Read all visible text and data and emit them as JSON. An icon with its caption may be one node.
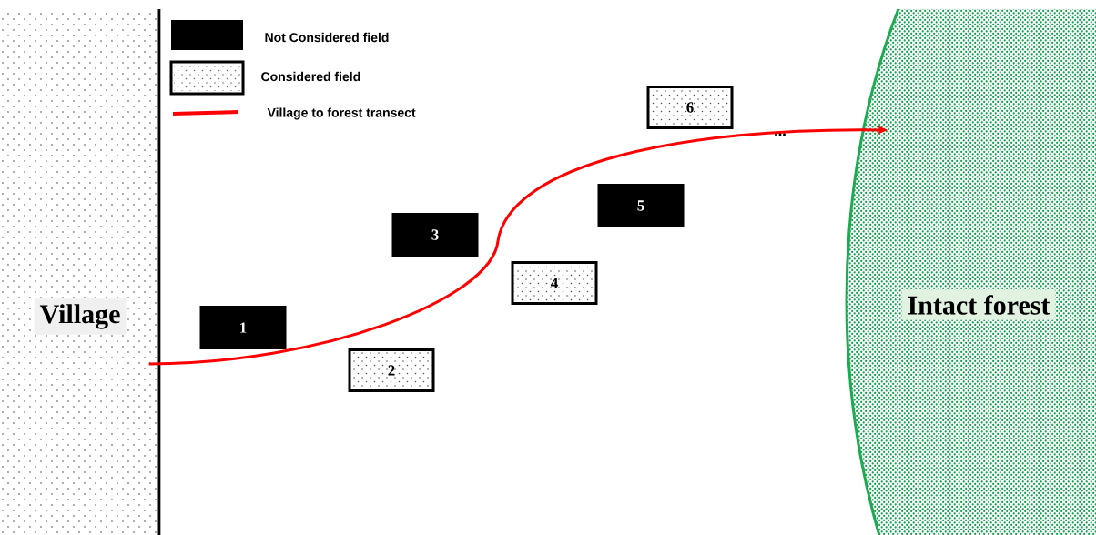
{
  "diagram": {
    "nodes": [
      {
        "text": [
          "Village"
        ]
      },
      {
        "text": [
          "Intact forest"
        ]
      },
      {
        "text": [
          "1"
        ]
      },
      {
        "text": [
          "2"
        ]
      },
      {
        "text": [
          "3"
        ]
      },
      {
        "text": [
          "4"
        ]
      },
      {
        "text": [
          "5"
        ]
      },
      {
        "text": [
          "6"
        ]
      }
    ],
    "edges": [
      {
        "from": 0,
        "to": 1,
        "arrow": "to",
        "color": "#ff0000"
      }
    ],
    "labels": [
      "..."
    ],
    "legend": [
      {
        "text": "Not Considered field",
        "color": "#000000"
      },
      {
        "text": "Considered field"
      },
      {
        "text": "Village to forest transect"
      }
    ]
  }
}
